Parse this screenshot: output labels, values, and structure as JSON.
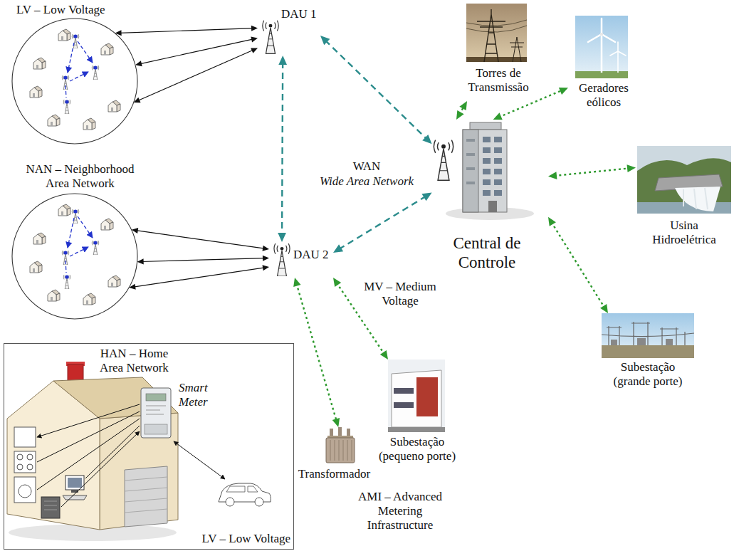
{
  "diagram": {
    "nodes": [
      {
        "text": [
          "LV – Low Voltage"
        ]
      },
      {
        "text": [
          "DAU 1"
        ]
      },
      {
        "text": [
          "Torres de Transmissão"
        ]
      },
      {
        "text": [
          "Geradores eólicos"
        ]
      },
      {
        "text": [
          "NAN – Neighborhood Area Network"
        ]
      },
      {
        "text": [
          "Central de Controle"
        ]
      },
      {
        "text": [
          "Usina Hidroelétrica"
        ]
      },
      {
        "text": [
          "DAU 2"
        ]
      },
      {
        "text": [
          "HAN – Home Area Network",
          "Smart Meter",
          "LV – Low Voltage"
        ]
      },
      {
        "text": [
          "Subestação (grande porte)"
        ]
      },
      {
        "text": [
          "Transformador"
        ]
      },
      {
        "text": [
          "Subestação (pequeno porte)"
        ]
      }
    ],
    "edges": [
      {
        "from": 0,
        "to": 1,
        "arrow": "both"
      },
      {
        "from": 0,
        "to": 1,
        "arrow": "both"
      },
      {
        "from": 0,
        "to": 1,
        "arrow": "both"
      },
      {
        "from": 4,
        "to": 7,
        "arrow": "both"
      },
      {
        "from": 4,
        "to": 7,
        "arrow": "both"
      },
      {
        "from": 4,
        "to": 7,
        "arrow": "both"
      },
      {
        "from": 1,
        "to": 5,
        "arrow": "both"
      },
      {
        "from": 1,
        "to": 7,
        "arrow": "both"
      },
      {
        "from": 7,
        "to": 5,
        "arrow": "both"
      },
      {
        "from": 5,
        "to": 2,
        "arrow": "both"
      },
      {
        "from": 5,
        "to": 3,
        "arrow": "both"
      },
      {
        "from": 5,
        "to": 6,
        "arrow": "both"
      },
      {
        "from": 5,
        "to": 9,
        "arrow": "both"
      },
      {
        "from": 7,
        "to": 10,
        "arrow": "both"
      },
      {
        "from": 7,
        "to": 11,
        "arrow": "both"
      }
    ],
    "labels": [
      "WAN",
      "Wide Area Network",
      "MV – Medium Voltage",
      "AMI – Advanced Metering Infrastructure"
    ]
  }
}
